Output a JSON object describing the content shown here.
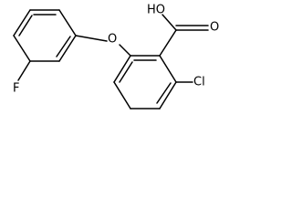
{
  "molecule": {
    "atoms": {
      "hydroxyl": "HO",
      "carbonyl_oxygen": "O",
      "ether_oxygen": "O",
      "fluorine": "F",
      "chlorine": "Cl"
    }
  }
}
